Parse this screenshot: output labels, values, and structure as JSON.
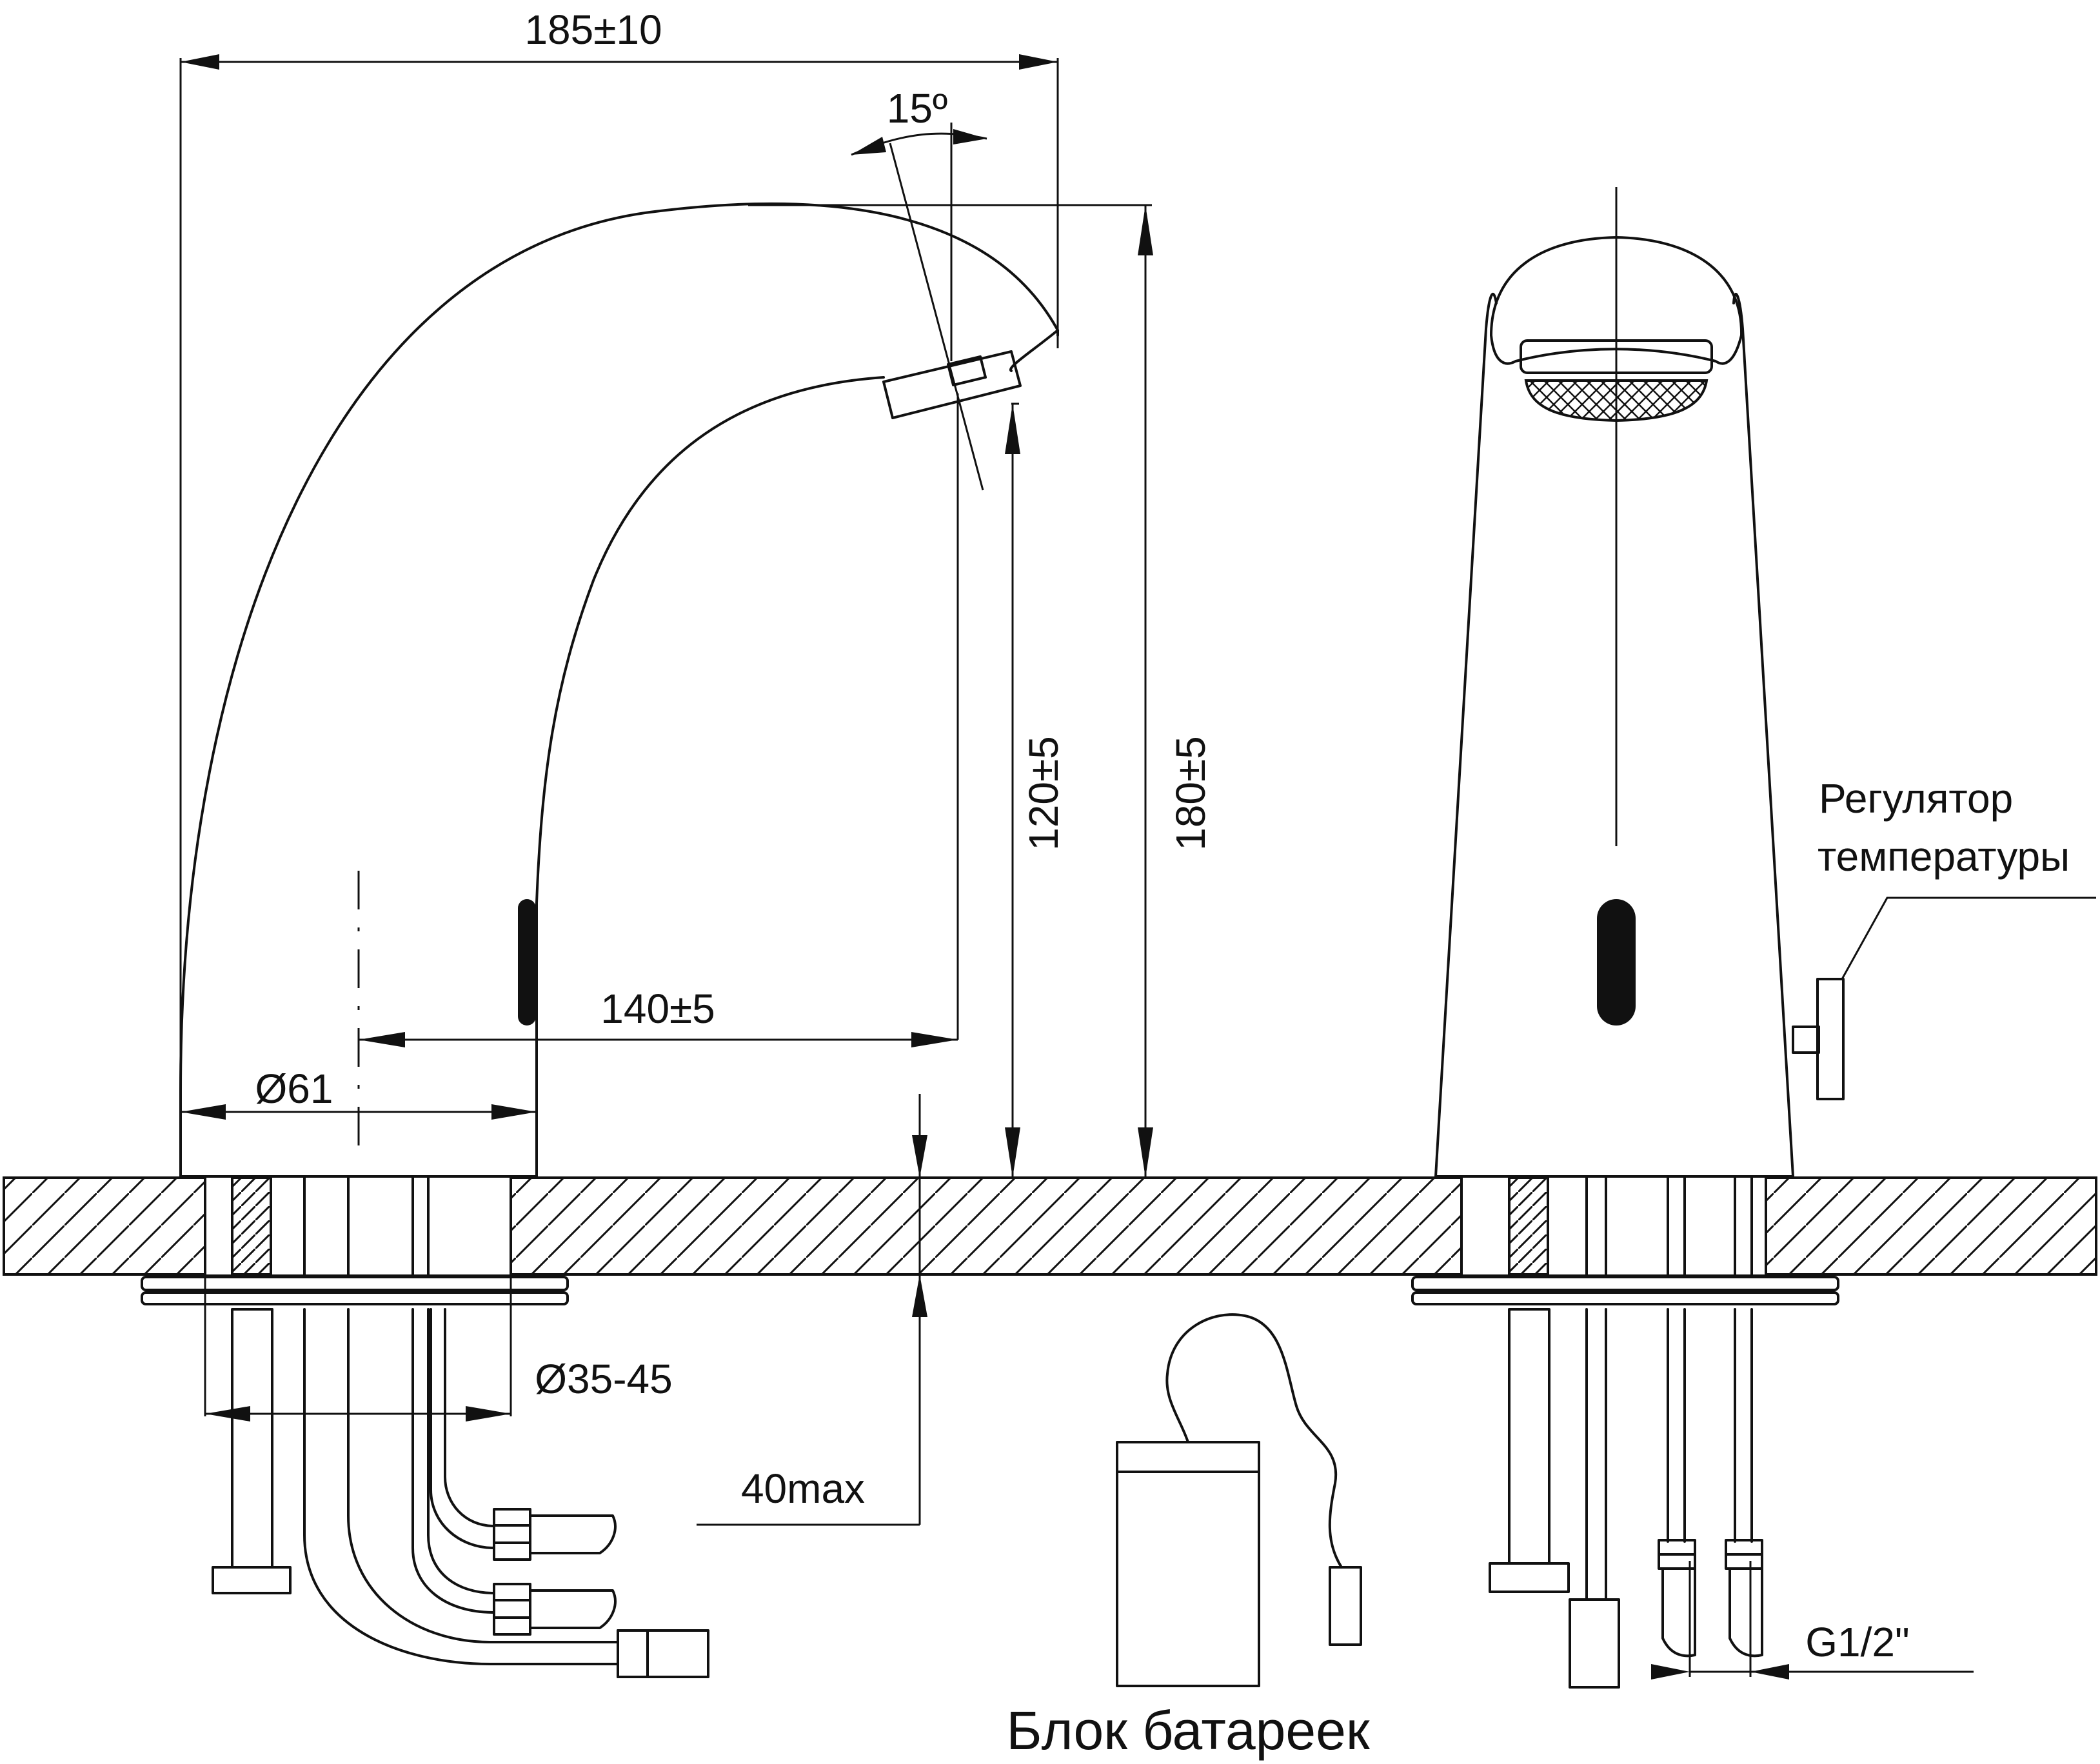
{
  "colors": {
    "line": "#111111",
    "background": "#ffffff"
  },
  "dimensions": {
    "total_width": "185±10",
    "spout_angle": "15º",
    "outlet_height": "120±5",
    "total_height": "180±5",
    "reach": "140±5",
    "base_diameter": "Ø61",
    "hole_diameter": "Ø35-45",
    "countertop_thickness": "40max",
    "thread": "G1/2\""
  },
  "labels": {
    "temperature_regulator_line1": "Регулятор",
    "temperature_regulator_line2": "температуры",
    "battery_block": "Блок батареек"
  }
}
